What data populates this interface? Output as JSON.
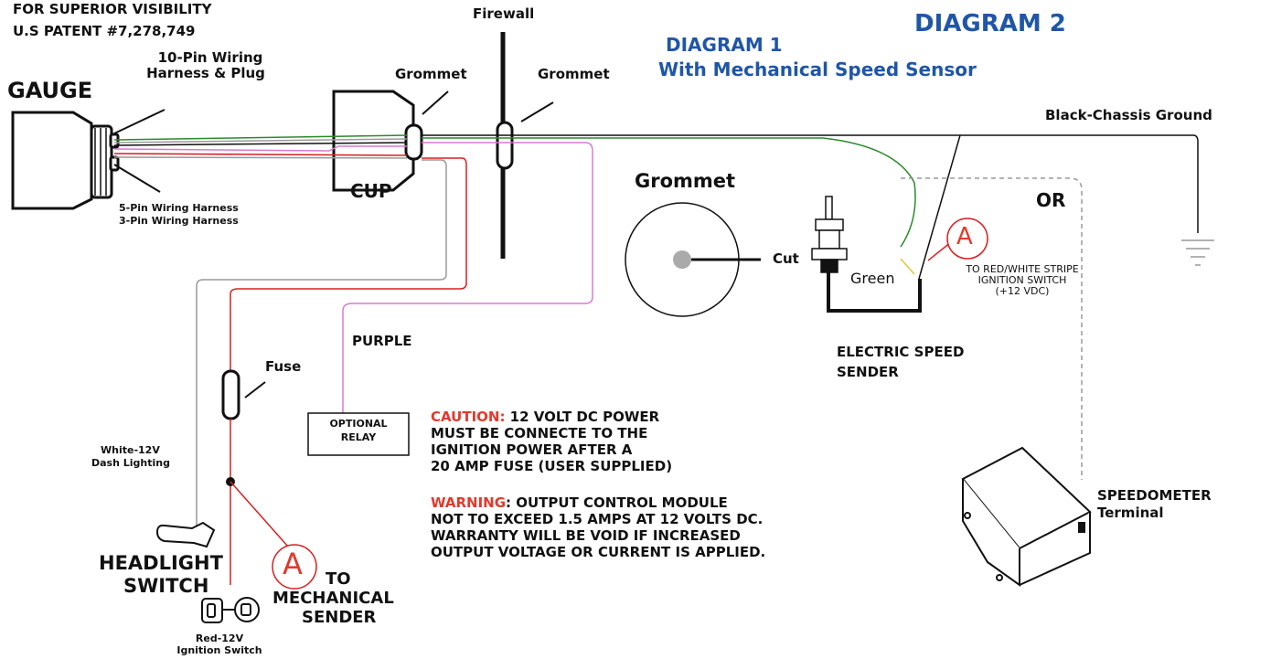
{
  "header": {
    "line1": "FOR SUPERIOR VISIBILITY",
    "line2": "U.S PATENT #7,278,749"
  },
  "titles": {
    "diagram1_line1": "DIAGRAM 1",
    "diagram1_line2": "With Mechanical Speed Sensor",
    "diagram2": "DIAGRAM 2"
  },
  "labels": {
    "harness10_line1": "10-Pin Wiring",
    "harness10_line2": "Harness & Plug",
    "gauge": "GAUGE",
    "harness5": "5-Pin Wiring Harness",
    "harness3": "3-Pin Wiring Harness",
    "grommet_cup": "Grommet",
    "cup": "CUP",
    "firewall": "Firewall",
    "grommet_firewall": "Grommet",
    "black_ground": "Black-Chassis Ground",
    "grommet_big": "Grommet",
    "cut": "Cut",
    "green": "Green",
    "or": "OR",
    "to_red_white_1": "TO RED/WHITE STRIPE",
    "to_red_white_2": "IGNITION SWITCH",
    "to_red_white_3": "(+12 VDC)",
    "connector_a": "A",
    "electric_sender_1": "ELECTRIC SPEED",
    "electric_sender_2": "SENDER",
    "purple": "PURPLE",
    "fuse": "Fuse",
    "optional_relay_1": "OPTIONAL",
    "optional_relay_2": "RELAY",
    "white_12v_1": "White-12V",
    "white_12v_2": "Dash Lighting",
    "headlight_1": "HEADLIGHT",
    "headlight_2": "SWITCH",
    "red_12v_1": "Red-12V",
    "red_12v_2": "Ignition Switch",
    "to_mech_1": "TO",
    "to_mech_2": "MECHANICAL",
    "to_mech_3": "SENDER",
    "speedo_1": "SPEEDOMETER",
    "speedo_2": "Terminal"
  },
  "notes": {
    "caution_label": "CAUTION:",
    "caution_l1": " 12 VOLT DC POWER",
    "caution_l2": "MUST BE CONNECTE TO THE",
    "caution_l3": "IGNITION POWER AFTER A",
    "caution_l4": "20 AMP FUSE (USER SUPPLIED)",
    "warning_label": "WARNING",
    "warning_l1": ": OUTPUT  CONTROL MODULE",
    "warning_l2": "NOT TO EXCEED 1.5 AMPS AT 12 VOLTS DC.",
    "warning_l3": "WARRANTY WILL BE VOID IF INCREASED",
    "warning_l4": "OUTPUT  VOLTAGE OR CURRENT IS APPLIED."
  },
  "colors": {
    "title_blue": "#1f56a8",
    "caution_red": "#e03a2c",
    "wire_red": "#d62020",
    "wire_purple": "#d77ad0",
    "wire_green": "#2a8a2a",
    "wire_white": "#9a9a9a",
    "wire_black": "#111111"
  }
}
